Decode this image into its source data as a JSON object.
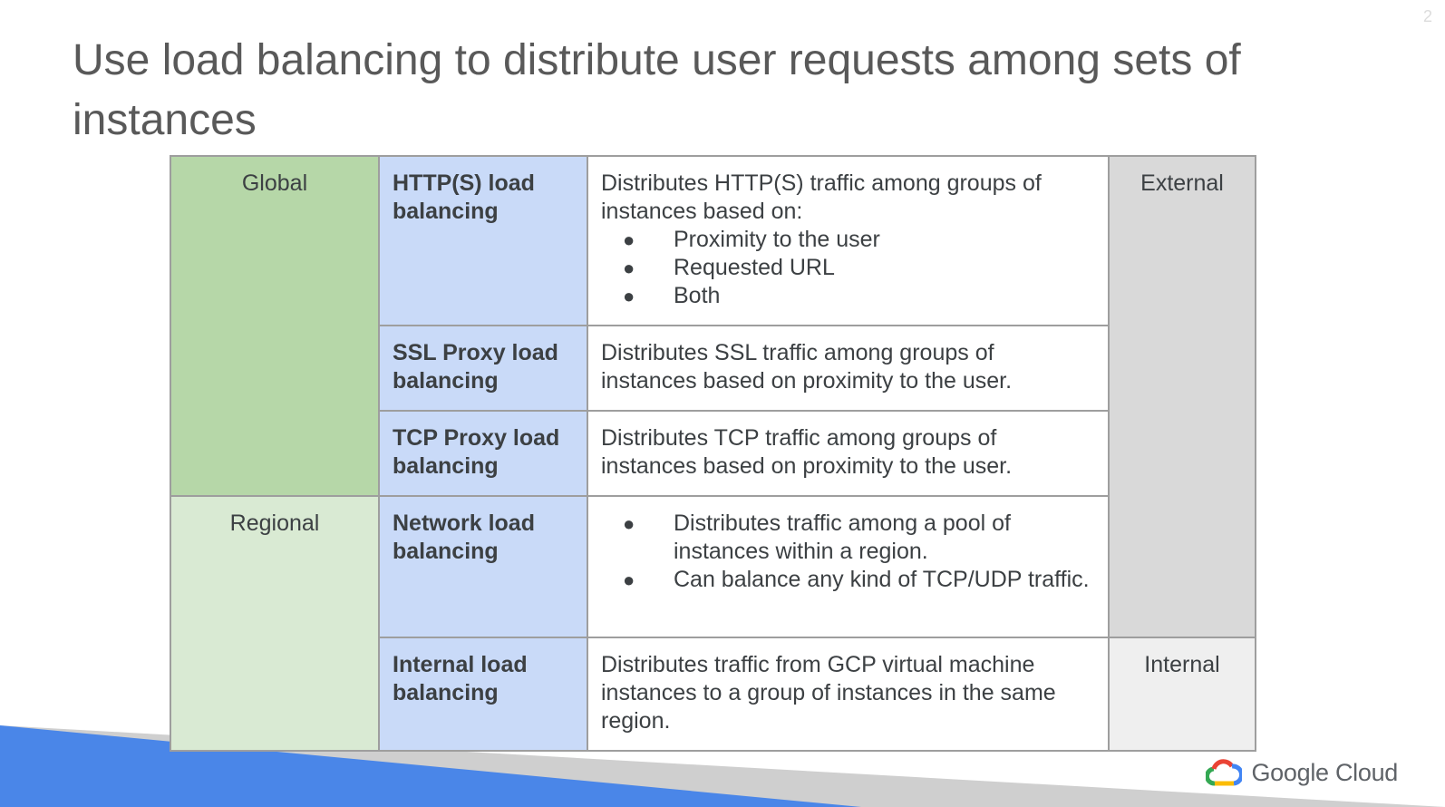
{
  "slide": {
    "page_number": "2",
    "title": "Use load balancing to distribute user requests among sets of instances"
  },
  "table": {
    "scopes": {
      "global": "Global",
      "regional": "Regional"
    },
    "exposure": {
      "external": "External",
      "internal": "Internal"
    },
    "rows": [
      {
        "name": "HTTP(S) load balancing",
        "description": "Distributes HTTP(S) traffic among groups of instances based on:",
        "bullets": [
          "Proximity to the user",
          "Requested URL",
          "Both"
        ]
      },
      {
        "name": "SSL Proxy load balancing",
        "description": "Distributes SSL traffic among groups of instances based on proximity to the user."
      },
      {
        "name": "TCP Proxy load balancing",
        "description": "Distributes TCP traffic among groups of instances based on proximity to the user."
      },
      {
        "name": "Network load balancing",
        "bullets": [
          "Distributes traffic among a pool of instances within a region.",
          "Can balance any kind of TCP/UDP traffic."
        ]
      },
      {
        "name": "Internal load balancing",
        "description": "Distributes traffic from GCP virtual machine instances to a group of instances in the same region."
      }
    ]
  },
  "branding": {
    "logo_text": "Google Cloud",
    "logo_icon": "google-cloud-logo-icon",
    "colors": {
      "accent_blue": "#4a86e8",
      "global_green": "#b6d7a8",
      "regional_green": "#d9ead3",
      "name_blue": "#c9daf8",
      "external_gray": "#d9d9d9",
      "internal_gray": "#efefef"
    }
  }
}
